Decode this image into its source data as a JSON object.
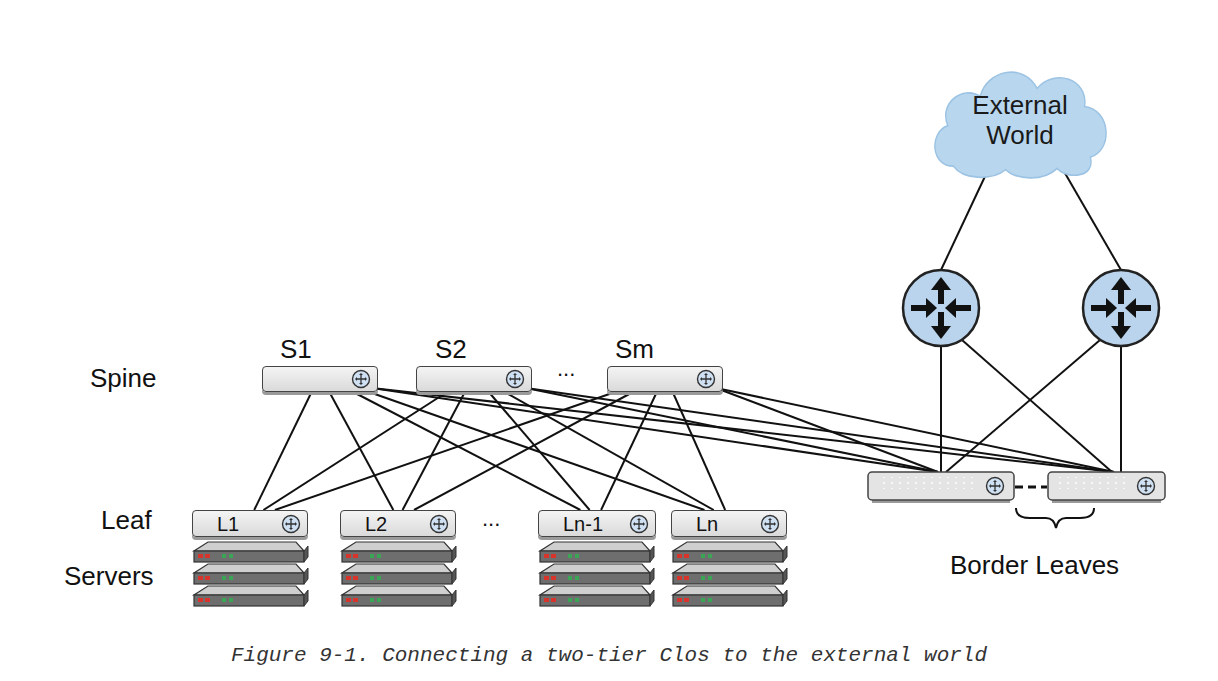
{
  "diagram": {
    "caption": "Figure 9-1. Connecting a two-tier Clos to the external world",
    "nodes": [
      {
        "text": [
          "External World"
        ]
      },
      {
        "text": [
          "S1"
        ]
      },
      {
        "text": [
          "S2"
        ]
      },
      {
        "text": [
          "Sm"
        ]
      },
      {
        "text": [
          "L1"
        ]
      },
      {
        "text": [
          "L2"
        ]
      },
      {
        "text": [
          "Ln-1"
        ]
      },
      {
        "text": [
          "Ln"
        ]
      }
    ],
    "edges": [
      {
        "from": 1,
        "to": 4,
        "arrow": "none"
      },
      {
        "from": 1,
        "to": 5,
        "arrow": "none"
      },
      {
        "from": 1,
        "to": 6,
        "arrow": "none"
      },
      {
        "from": 1,
        "to": 7,
        "arrow": "none"
      },
      {
        "from": 2,
        "to": 4,
        "arrow": "none"
      },
      {
        "from": 2,
        "to": 5,
        "arrow": "none"
      },
      {
        "from": 2,
        "to": 6,
        "arrow": "none"
      },
      {
        "from": 2,
        "to": 7,
        "arrow": "none"
      },
      {
        "from": 3,
        "to": 4,
        "arrow": "none"
      },
      {
        "from": 3,
        "to": 5,
        "arrow": "none"
      },
      {
        "from": 3,
        "to": 6,
        "arrow": "none"
      },
      {
        "from": 3,
        "to": 7,
        "arrow": "none"
      }
    ],
    "labels": [
      "Spine",
      "Leaf",
      "Servers",
      "...",
      "...",
      "Border Leaves"
    ]
  }
}
